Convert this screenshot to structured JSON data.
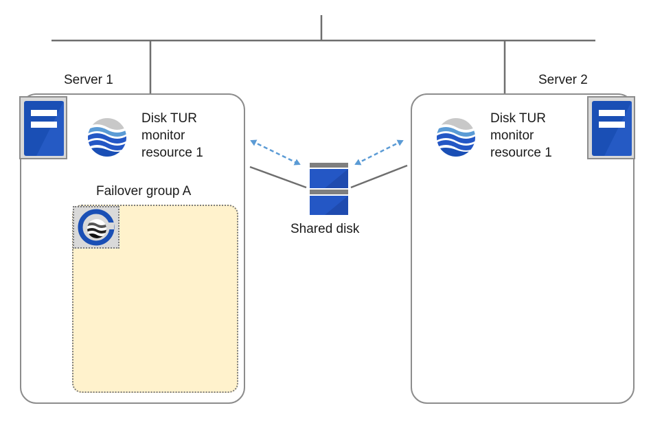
{
  "servers": {
    "server1": {
      "label": "Server 1",
      "monitor_label": "Disk TUR\nmonitor\nresource 1"
    },
    "server2": {
      "label": "Server 2",
      "monitor_label": "Disk TUR\nmonitor\nresource 1"
    }
  },
  "failover_group": {
    "label": "Failover group A"
  },
  "shared_disk": {
    "label": "Shared disk"
  },
  "colors": {
    "server_blue": "#1a4fb5",
    "disk_blue": "#2457c5",
    "arrow_blue": "#5b9bd5",
    "group_fill": "#fff2cc",
    "line_gray": "#6e6e6e"
  },
  "icons": [
    "server-icon",
    "monitor-resource-icon",
    "failover-group-icon",
    "shared-disk-icon",
    "bidirectional-arrow-icon"
  ]
}
